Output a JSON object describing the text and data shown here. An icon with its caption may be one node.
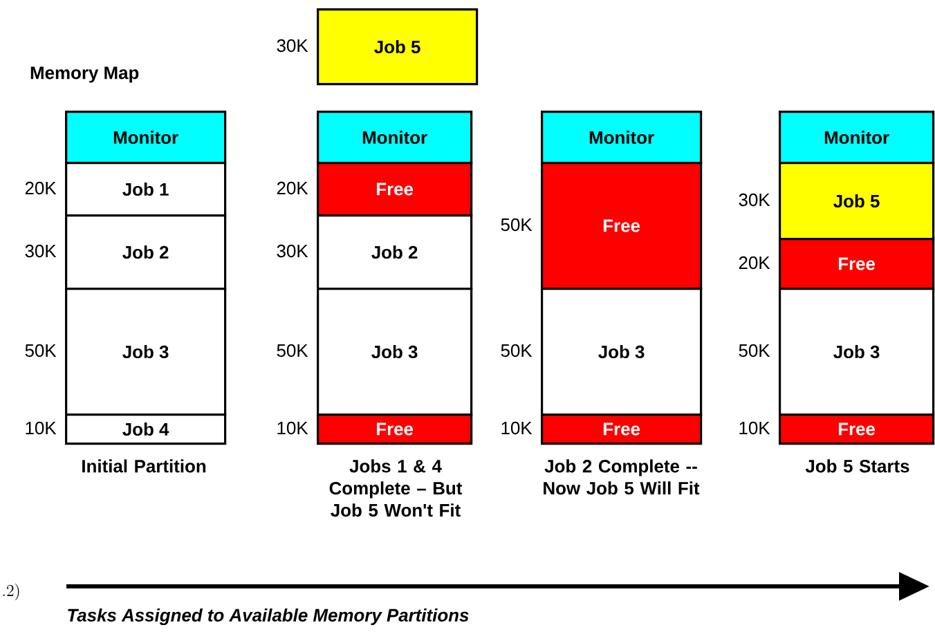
{
  "diagram": {
    "title": "Memory Map",
    "caption": "Tasks Assigned to Available Memory Partitions",
    "nodes": [
      {
        "text": [
          "Monitor"
        ]
      },
      {
        "text": [
          "Job 1"
        ],
        "beside": [
          "20K"
        ]
      },
      {
        "text": [
          "Job 2"
        ],
        "beside": [
          "30K"
        ]
      },
      {
        "text": [
          "Job 3"
        ],
        "beside": [
          "50K"
        ]
      },
      {
        "text": [
          "Job 4"
        ],
        "beside": [
          "10K"
        ]
      },
      {
        "text": [
          "Job 5"
        ],
        "beside": [
          "30K"
        ]
      },
      {
        "text": [
          "Monitor"
        ]
      },
      {
        "text": [
          "Free"
        ],
        "beside": [
          "20K"
        ]
      },
      {
        "text": [
          "Job 2"
        ],
        "beside": [
          "30K"
        ]
      },
      {
        "text": [
          "Job 3"
        ],
        "beside": [
          "50K"
        ]
      },
      {
        "text": [
          "Free"
        ],
        "beside": [
          "10K"
        ]
      },
      {
        "text": [
          "Monitor"
        ]
      },
      {
        "text": [
          "Free"
        ],
        "beside": [
          "50K"
        ]
      },
      {
        "text": [
          "Job 3"
        ],
        "beside": [
          "50K"
        ]
      },
      {
        "text": [
          "Free"
        ],
        "beside": [
          "10K"
        ]
      },
      {
        "text": [
          "Monitor"
        ]
      },
      {
        "text": [
          "Job 5"
        ],
        "beside": [
          "30K"
        ]
      },
      {
        "text": [
          "Free"
        ],
        "beside": [
          "20K"
        ]
      },
      {
        "text": [
          "Job 3"
        ],
        "beside": [
          "50K"
        ]
      },
      {
        "text": [
          "Free"
        ],
        "beside": [
          "10K"
        ]
      }
    ],
    "labels": [
      "Initial Partition",
      "Jobs 1 & 4 Complete – But Job 5 Won't Fit",
      "Job 2 Complete -- Now Job 5 Will Fit",
      "Job 5 Starts",
      ".2)"
    ]
  }
}
